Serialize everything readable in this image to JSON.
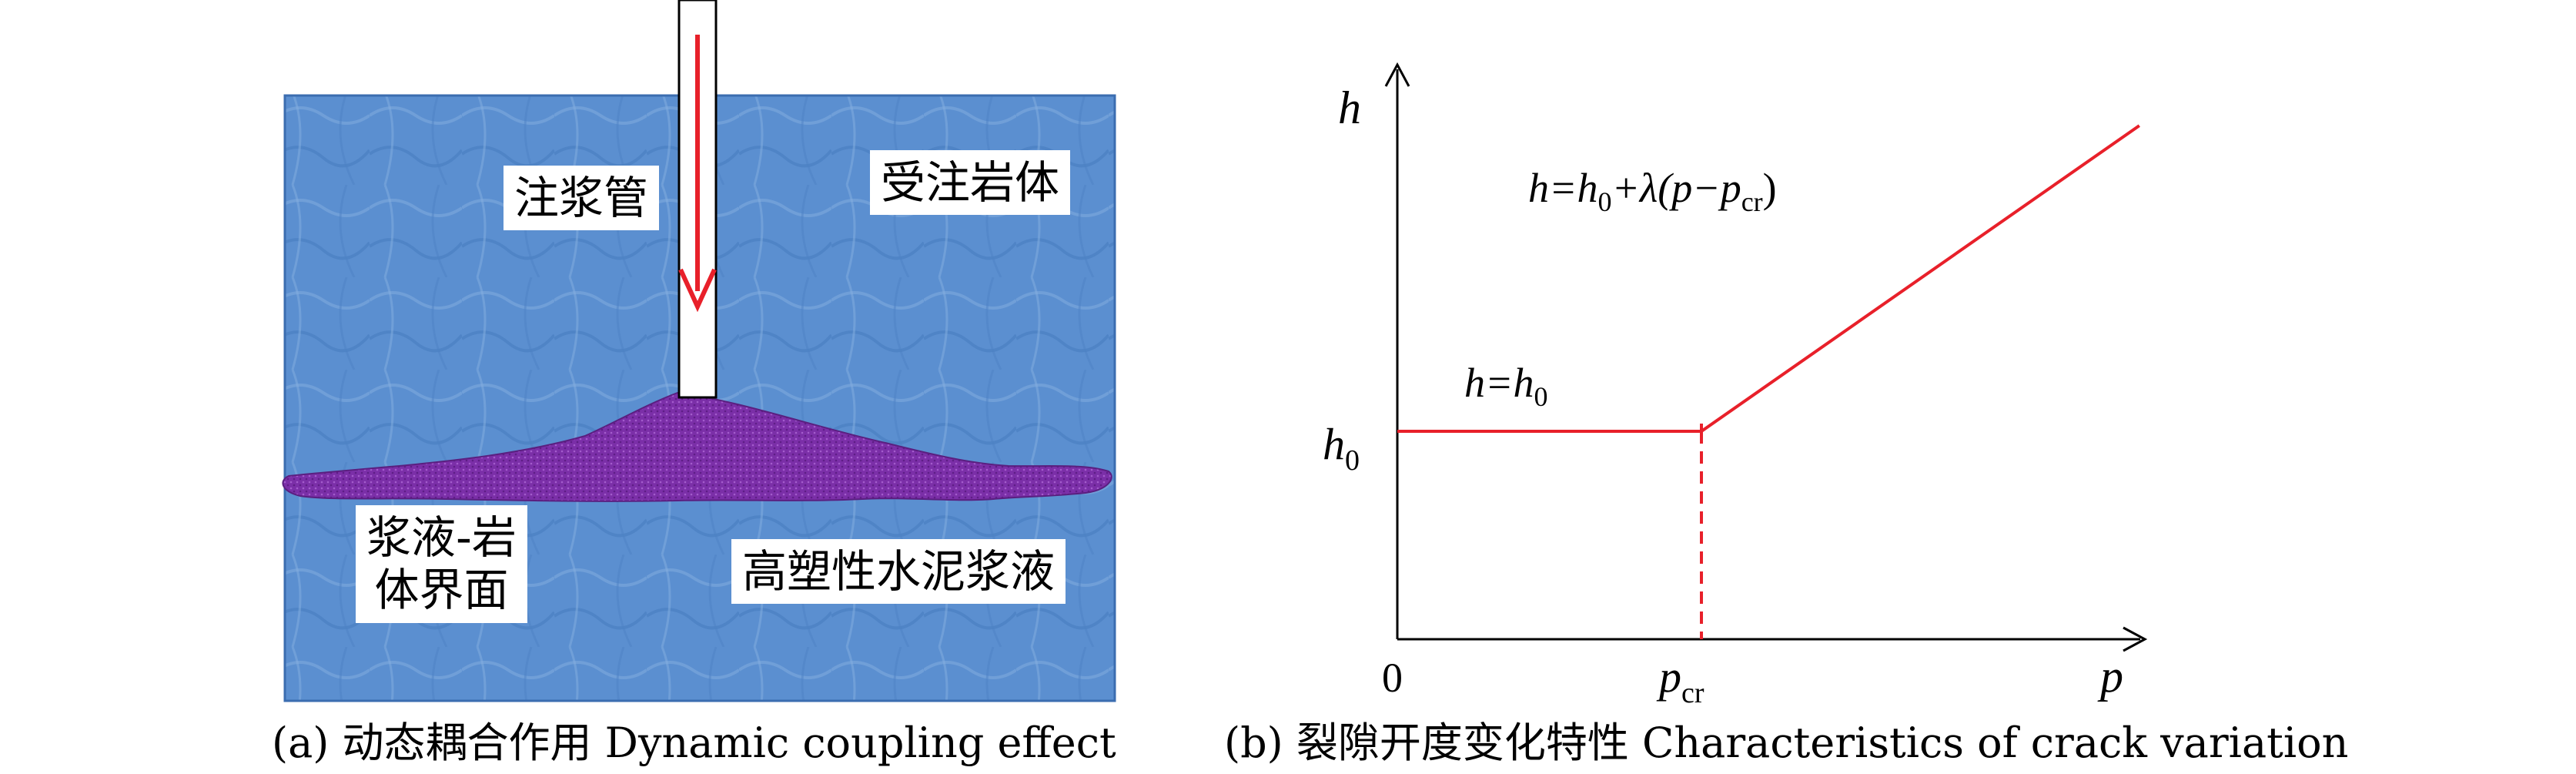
{
  "panel_a": {
    "caption": "(a) 动态耦合作用 Dynamic coupling effect",
    "labels": {
      "pipe": "注浆管",
      "rock": "受注岩体",
      "interface_line1": "浆液-岩",
      "interface_line2": "体界面",
      "slurry": "高塑性水泥浆液"
    },
    "colors": {
      "rock": "#5b8fd0",
      "slurry": "#7b2fa8",
      "arrow": "#e8202a"
    }
  },
  "panel_b": {
    "caption": "(b) 裂隙开度变化特性 Characteristics of crack variation",
    "axis": {
      "y": "h",
      "x": "p",
      "origin": "0",
      "h0_sym": "h",
      "h0_sub": "0",
      "pcr_sym": "p",
      "pcr_sub": "cr"
    },
    "eq_const": {
      "a": "h=h",
      "sub": "0"
    },
    "eq_linear": {
      "a": "h=h",
      "sub0": "0",
      "b": "+λ(p−p",
      "subcr": "cr",
      "c": ")"
    },
    "line_color": "#e8202a"
  },
  "chart_data": {
    "type": "line",
    "series": [
      {
        "x": [
          0,
          1,
          2.44
        ],
        "y": [
          1,
          1,
          2.47
        ]
      }
    ],
    "xlabel": "p",
    "ylabel": "h",
    "annotations": [
      "h=h0",
      "h=h0+λ(p−pcr)"
    ],
    "x_ticks": [
      "0",
      "pcr",
      "p"
    ],
    "y_ticks": [
      "h0"
    ]
  }
}
